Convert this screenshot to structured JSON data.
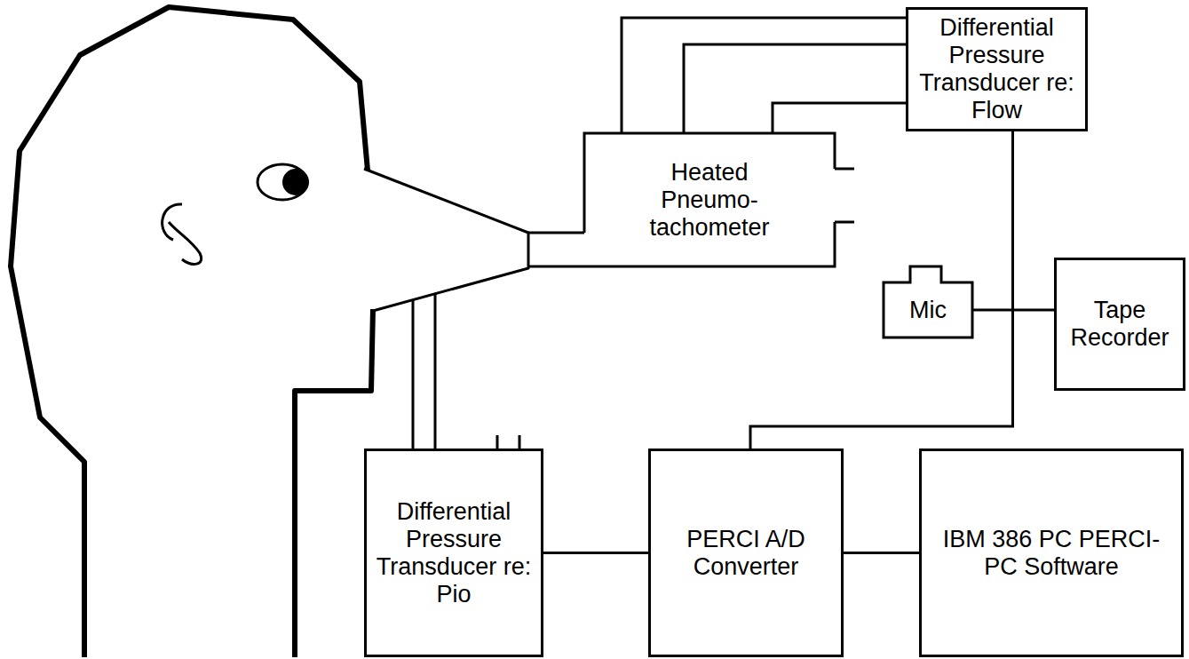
{
  "diagram": {
    "nodes": [
      {
        "text": [
          "Differential Pressure Transducer re: Flow"
        ]
      },
      {
        "text": [
          "Heated Pneumo- tachometer"
        ]
      },
      {
        "text": [
          "Mic"
        ]
      },
      {
        "text": [
          "Tape Recorder"
        ]
      },
      {
        "text": [
          "Differential Pressure Transducer re: Pio"
        ]
      },
      {
        "text": [
          "PERCI A/D Converter"
        ]
      },
      {
        "text": [
          "IBM 386 PC PERCI-PC Software"
        ]
      }
    ],
    "edges": [
      {
        "from": 1,
        "to": 0,
        "arrow": "none"
      },
      {
        "from": 1,
        "to": 0,
        "arrow": "none"
      },
      {
        "from": 1,
        "to": 0,
        "arrow": "none"
      },
      {
        "from": 2,
        "to": 3,
        "arrow": "none"
      },
      {
        "from": 0,
        "to": 5,
        "arrow": "none"
      },
      {
        "from": 4,
        "to": 5,
        "arrow": "none"
      },
      {
        "from": 5,
        "to": 6,
        "arrow": "none"
      }
    ]
  }
}
